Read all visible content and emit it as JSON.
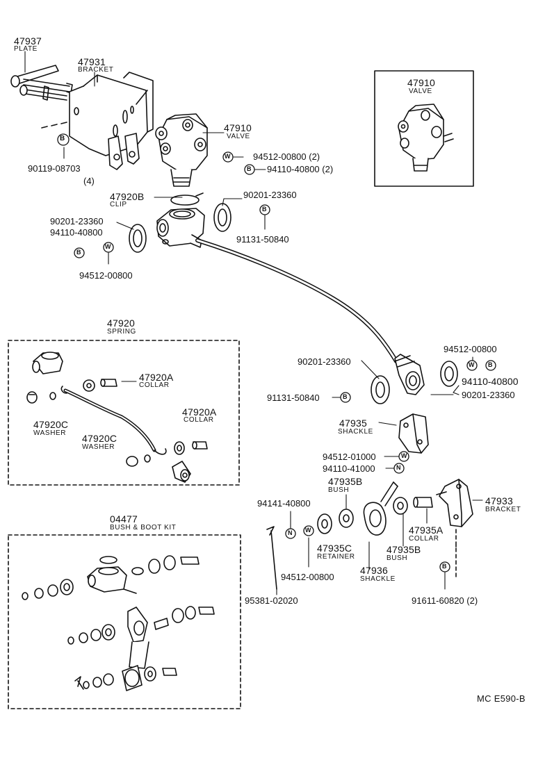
{
  "diagram_ref": "MC E590-B",
  "kits": {
    "spring": {
      "number": "47920",
      "name": "SPRING"
    },
    "bush_boot": {
      "number": "04477",
      "name": "BUSH & BOOT KIT"
    }
  },
  "parts": {
    "plate": {
      "number": "47937",
      "name": "PLATE"
    },
    "bracket_top": {
      "number": "47931",
      "name": "BRACKET"
    },
    "valve_main": {
      "number": "47910",
      "name": "VALVE"
    },
    "valve_inset": {
      "number": "47910",
      "name": "VALVE"
    },
    "clip": {
      "number": "47920B",
      "name": "CLIP"
    },
    "collar_a1": {
      "number": "47920A",
      "name": "COLLAR"
    },
    "collar_a2": {
      "number": "47920A",
      "name": "COLLAR"
    },
    "washer_c1": {
      "number": "47920C",
      "name": "WASHER"
    },
    "washer_c2": {
      "number": "47920C",
      "name": "WASHER"
    },
    "shackle_top": {
      "number": "47935",
      "name": "SHACKLE"
    },
    "bush_b1": {
      "number": "47935B",
      "name": "BUSH"
    },
    "bush_b2": {
      "number": "47935B",
      "name": "BUSH"
    },
    "retainer": {
      "number": "47935C",
      "name": "RETAINER"
    },
    "collar_35a": {
      "number": "47935A",
      "name": "COLLAR"
    },
    "shackle_low": {
      "number": "47936",
      "name": "SHACKLE"
    },
    "bracket_low": {
      "number": "47933",
      "name": "BRACKET"
    }
  },
  "fasteners": {
    "bolt_90119": {
      "number": "90119-08703",
      "qty": "(4)",
      "symbol": "B"
    },
    "washer_94512_a": {
      "number": "94512-00800 (2)",
      "symbol": "W"
    },
    "nut_94110_a": {
      "number": "94110-40800 (2)",
      "symbol": "B"
    },
    "seal_a": {
      "number": "90201-23360"
    },
    "bolt_91131_a": {
      "number": "91131-50840",
      "symbol": "B"
    },
    "seal_b": {
      "number": "90201-23360"
    },
    "nut_94110_b": {
      "number": "94110-40800",
      "symbol": "B"
    },
    "washer_94512_b": {
      "number": "94512-00800",
      "symbol": "W"
    },
    "washer_94512_c": {
      "number": "94512-00800",
      "symbol": "W"
    },
    "nut_94110_c": {
      "number": "94110-40800",
      "symbol": "B"
    },
    "seal_c": {
      "number": "90201-23360"
    },
    "seal_d": {
      "number": "90201-23360"
    },
    "bolt_91131_b": {
      "number": "91131-50840",
      "symbol": "B"
    },
    "washer_94512_d": {
      "number": "94512-01000",
      "symbol": "W"
    },
    "nut_94110_d": {
      "number": "94110-41000",
      "symbol": "N"
    },
    "nut_94141": {
      "number": "94141-40800",
      "symbol": "N"
    },
    "washer_94512_e": {
      "number": "94512-00800",
      "symbol": "W"
    },
    "pin_95381": {
      "number": "95381-02020"
    },
    "bolt_91611": {
      "number": "91611-60820 (2)",
      "symbol": "B"
    }
  }
}
